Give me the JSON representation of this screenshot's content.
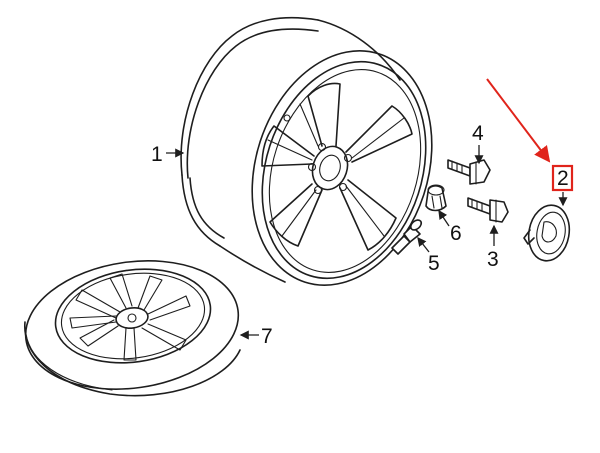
{
  "callouts": [
    {
      "id": "1",
      "label": "1",
      "part": "wheel-rim"
    },
    {
      "id": "2",
      "label": "2",
      "part": "center-cap"
    },
    {
      "id": "3",
      "label": "3",
      "part": "wheel-bolt"
    },
    {
      "id": "4",
      "label": "4",
      "part": "locking-bolt"
    },
    {
      "id": "5",
      "label": "5",
      "part": "valve-stem"
    },
    {
      "id": "6",
      "label": "6",
      "part": "bolt-cap"
    },
    {
      "id": "7",
      "label": "7",
      "part": "spare-wheel"
    }
  ],
  "highlight": {
    "callout": "2",
    "color": "#e0241b"
  }
}
